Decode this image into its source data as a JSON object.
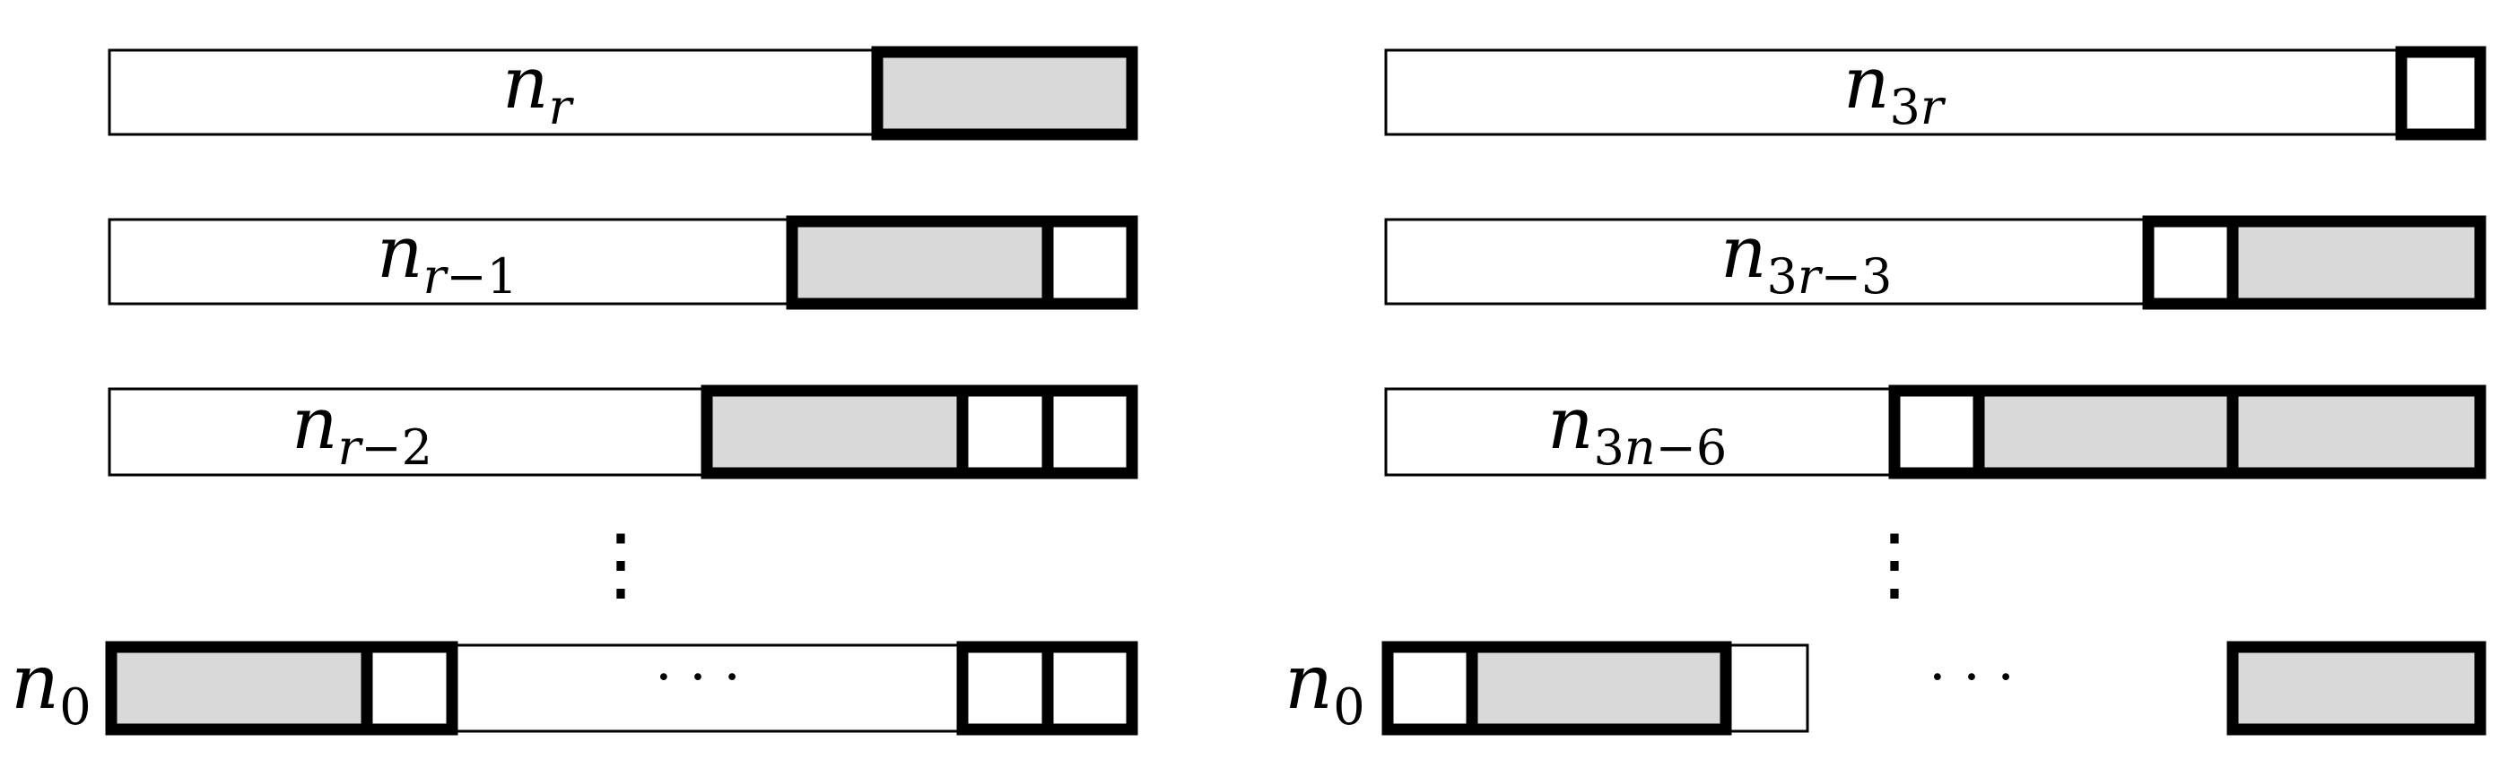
{
  "left": {
    "rows": [
      {
        "base": "n",
        "sub_parts": [
          {
            "t": "r",
            "i": true
          }
        ]
      },
      {
        "base": "n",
        "sub_parts": [
          {
            "t": "r",
            "i": true
          },
          {
            "t": "−1",
            "i": false
          }
        ]
      },
      {
        "base": "n",
        "sub_parts": [
          {
            "t": "r",
            "i": true
          },
          {
            "t": "−2",
            "i": false
          }
        ]
      }
    ],
    "bottom": {
      "base": "n",
      "sub_parts": [
        {
          "t": "0",
          "i": false
        }
      ]
    }
  },
  "right": {
    "rows": [
      {
        "base": "n",
        "sub_parts": [
          {
            "t": "3",
            "i": false
          },
          {
            "t": "r",
            "i": true
          }
        ]
      },
      {
        "base": "n",
        "sub_parts": [
          {
            "t": "3",
            "i": false
          },
          {
            "t": "r",
            "i": true
          },
          {
            "t": "−3",
            "i": false
          }
        ]
      },
      {
        "base": "n",
        "sub_parts": [
          {
            "t": "3",
            "i": false
          },
          {
            "t": "n",
            "i": true
          },
          {
            "t": "−6",
            "i": false
          }
        ]
      }
    ],
    "bottom": {
      "base": "n",
      "sub_parts": [
        {
          "t": "0",
          "i": false
        }
      ]
    }
  },
  "vertical_ellipsis": "⋮",
  "horizontal_ellipsis": "· · ·",
  "colors": {
    "block_fill": "#d9d9d9",
    "stroke": "#000000",
    "background": "#ffffff"
  }
}
